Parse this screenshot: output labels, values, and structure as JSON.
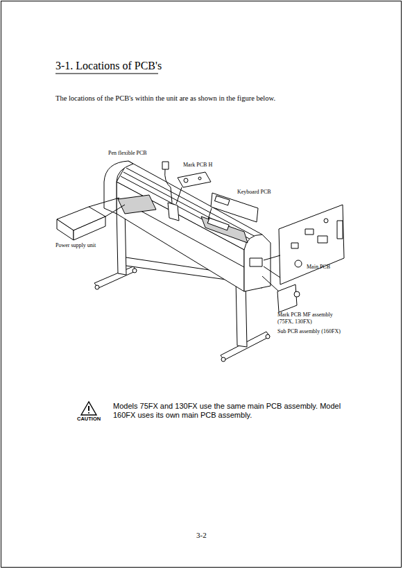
{
  "diagram": {
    "title": "3-1.   Locations of PCB's",
    "labels": [
      "The locations of the PCB's within the unit are as shown in the figure below.",
      "Pen flexible PCB",
      "Mark PCB  H",
      "Keyboard PCB",
      "Power supply unit",
      "Main PCB",
      "Mark PCB  MF assembly (75FX, 130FX)",
      "Sub PCB  assembly  (160FX)",
      "CAUTION",
      "Models 75FX and 130FX use the same main PCB assembly. Model 160FX uses its own main PCB assembly.",
      "3-2"
    ]
  }
}
